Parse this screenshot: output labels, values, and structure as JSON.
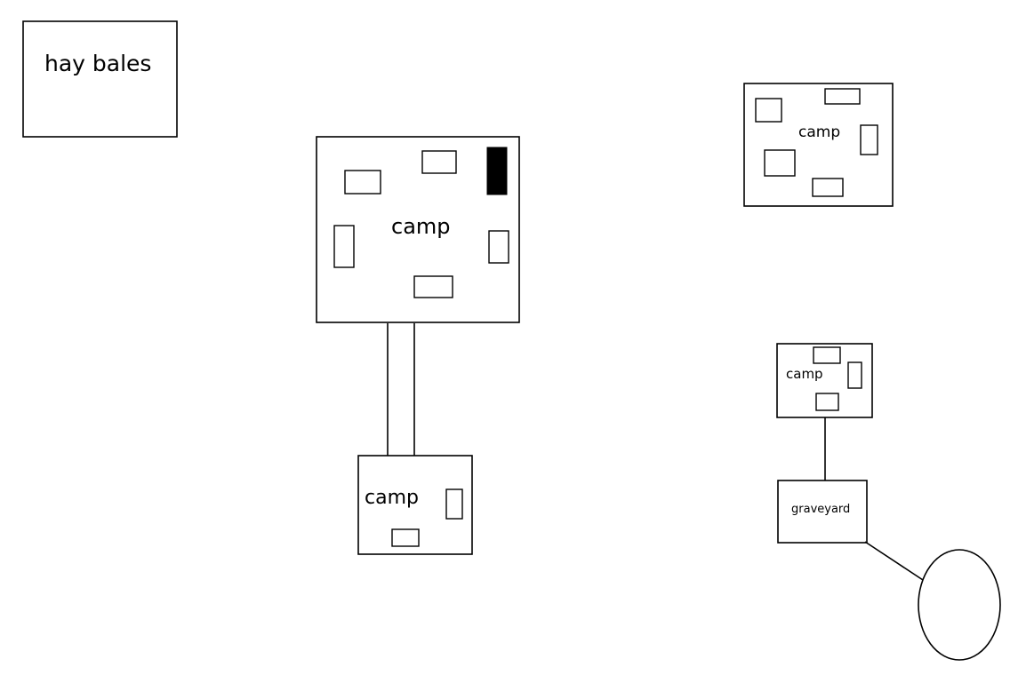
{
  "map": {
    "hay_bales": {
      "label": "hay bales"
    },
    "camp_main": {
      "label": "camp"
    },
    "camp_bottom": {
      "label": "camp"
    },
    "camp_top_right": {
      "label": "camp"
    },
    "camp_right_small": {
      "label": "camp"
    },
    "graveyard": {
      "label": "graveyard"
    }
  },
  "colors": {
    "ink": "#000000",
    "paper": "#ffffff"
  }
}
